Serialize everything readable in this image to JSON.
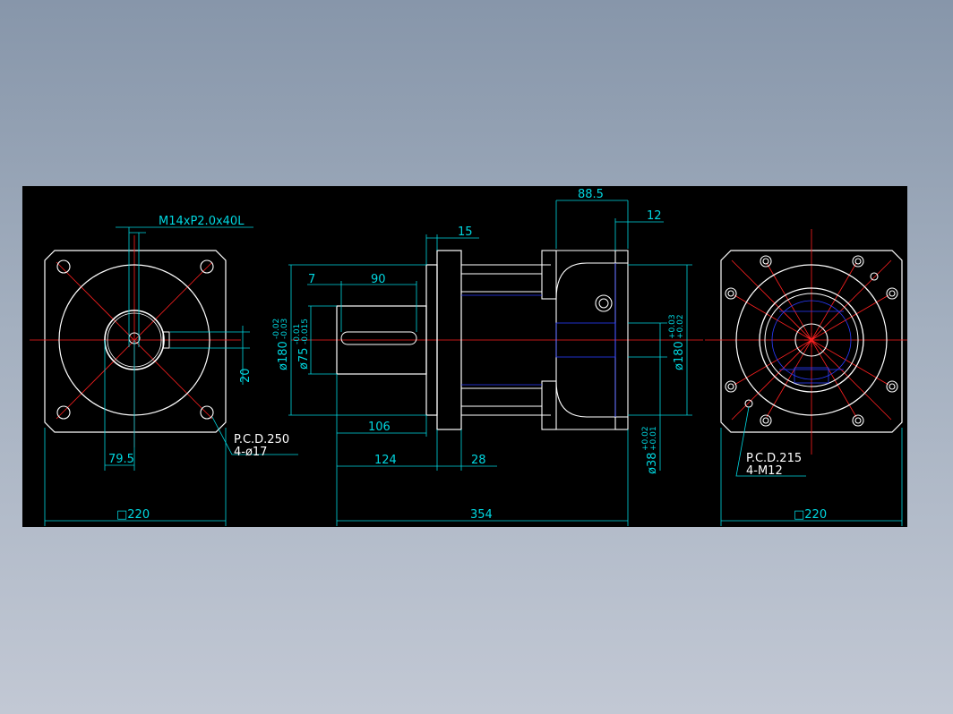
{
  "colors": {
    "background": "#000000",
    "outline": "#ffffff",
    "dimension": "#00d7e0",
    "centerline": "#ff2020",
    "hidden": "#2a3cff"
  },
  "left_view": {
    "thread_label": "M14xP2.0x40L",
    "key_width": "20",
    "shaft_offset": "79.5",
    "pcd_label": "P.C.D.250",
    "holes_label": "4-ø17",
    "frame_size": "□220"
  },
  "side_view": {
    "dim_flange_offset": "88.5",
    "dim_rear": "12",
    "dim_flange": "15",
    "dim_key_start": "7",
    "dim_key_length": "90",
    "dim_shaft_length": "106",
    "dim_front_length": "124",
    "dim_step": "28",
    "dim_total_length": "354",
    "dia_pilot": "ø180",
    "dia_pilot_tol_upper": "-0.02",
    "dia_pilot_tol_lower": "-0.03",
    "dia_shaft": "ø75",
    "dia_shaft_tol_upper": "-0.01",
    "dia_shaft_tol_lower": "-0.015",
    "dia_input": "ø38",
    "dia_input_tol_upper": "+0.02",
    "dia_input_tol_lower": "+0.01",
    "dia_motor_pilot": "ø180",
    "dia_motor_pilot_tol_upper": "+0.03",
    "dia_motor_pilot_tol_lower": "+0.02"
  },
  "right_view": {
    "pcd_label": "P.C.D.215",
    "holes_label": "4-M12",
    "frame_size": "□220"
  }
}
